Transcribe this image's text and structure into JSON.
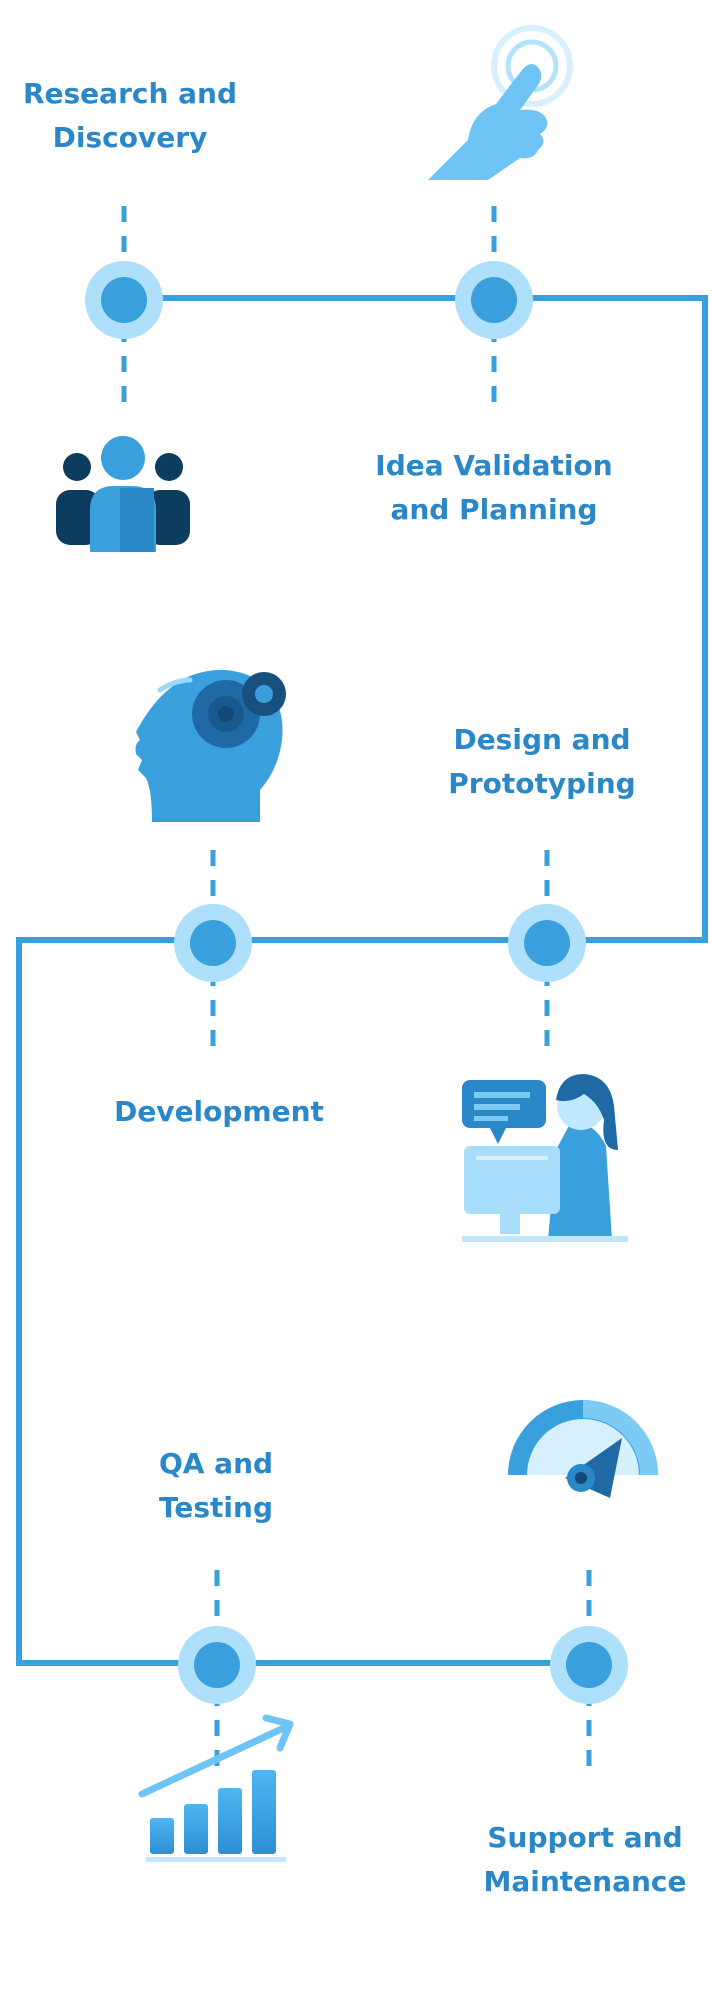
{
  "colors": {
    "line": "#3a9fdd",
    "node_ring": "#aee0fb",
    "node_core": "#3a9fdd",
    "label": "#2b88c8"
  },
  "steps": [
    {
      "lines": [
        "Research and",
        "Discovery"
      ],
      "icon": "team-icon"
    },
    {
      "lines": [
        "Idea Validation",
        "and Planning"
      ],
      "icon": "pointing-hand-icon"
    },
    {
      "lines": [
        "Design and",
        "Prototyping"
      ],
      "icon": "brain-gears-icon"
    },
    {
      "lines": [
        "Development"
      ],
      "icon": "developer-at-computer-icon"
    },
    {
      "lines": [
        "QA and",
        "Testing"
      ],
      "icon": "speedometer-icon"
    },
    {
      "lines": [
        "Support and",
        "Maintenance"
      ],
      "icon": "growth-chart-icon"
    }
  ]
}
